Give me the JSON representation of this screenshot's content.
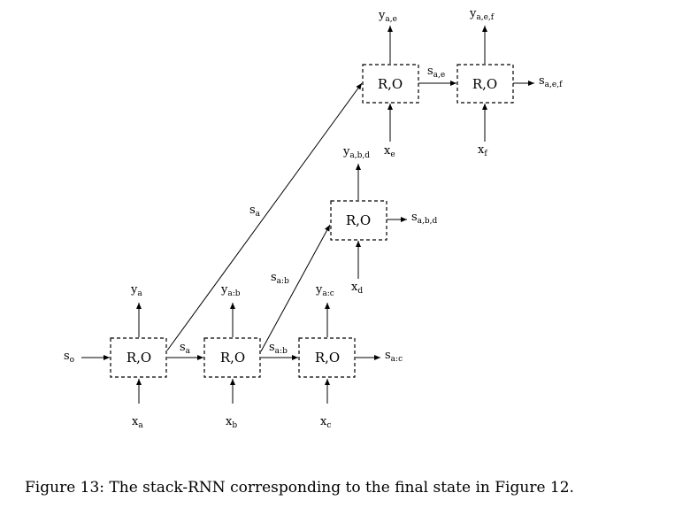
{
  "nodes": [
    {
      "id": "n_a",
      "label": "R,O"
    },
    {
      "id": "n_b",
      "label": "R,O"
    },
    {
      "id": "n_c",
      "label": "R,O"
    },
    {
      "id": "n_d",
      "label": "R,O"
    },
    {
      "id": "n_e",
      "label": "R,O"
    },
    {
      "id": "n_f",
      "label": "R,O"
    }
  ],
  "labels": {
    "y_a": {
      "base": "y",
      "sub": "a"
    },
    "y_ab": {
      "base": "y",
      "sub": "a:b"
    },
    "y_ac": {
      "base": "y",
      "sub": "a:c"
    },
    "y_abd": {
      "base": "y",
      "sub": "a,b,d"
    },
    "y_ae": {
      "base": "y",
      "sub": "a,e"
    },
    "y_aef": {
      "base": "y",
      "sub": "a,e,f"
    },
    "x_a": {
      "base": "x",
      "sub": "a"
    },
    "x_b": {
      "base": "x",
      "sub": "b"
    },
    "x_c": {
      "base": "x",
      "sub": "c"
    },
    "x_d": {
      "base": "x",
      "sub": "d"
    },
    "x_e": {
      "base": "x",
      "sub": "e"
    },
    "x_f": {
      "base": "x",
      "sub": "f"
    },
    "s_o": {
      "base": "s",
      "sub": "o"
    },
    "s_a_h": {
      "base": "s",
      "sub": "a"
    },
    "s_a_diag": {
      "base": "s",
      "sub": "a"
    },
    "s_ab_h": {
      "base": "s",
      "sub": "a:b"
    },
    "s_ab_diag": {
      "base": "s",
      "sub": "a:b"
    },
    "s_ac": {
      "base": "s",
      "sub": "a:c"
    },
    "s_abd": {
      "base": "s",
      "sub": "a,b,d"
    },
    "s_ae": {
      "base": "s",
      "sub": "a,e"
    },
    "s_aef": {
      "base": "s",
      "sub": "a,e,f"
    }
  },
  "caption": "Figure 13: The stack-RNN corresponding to the final state in Figure 12."
}
